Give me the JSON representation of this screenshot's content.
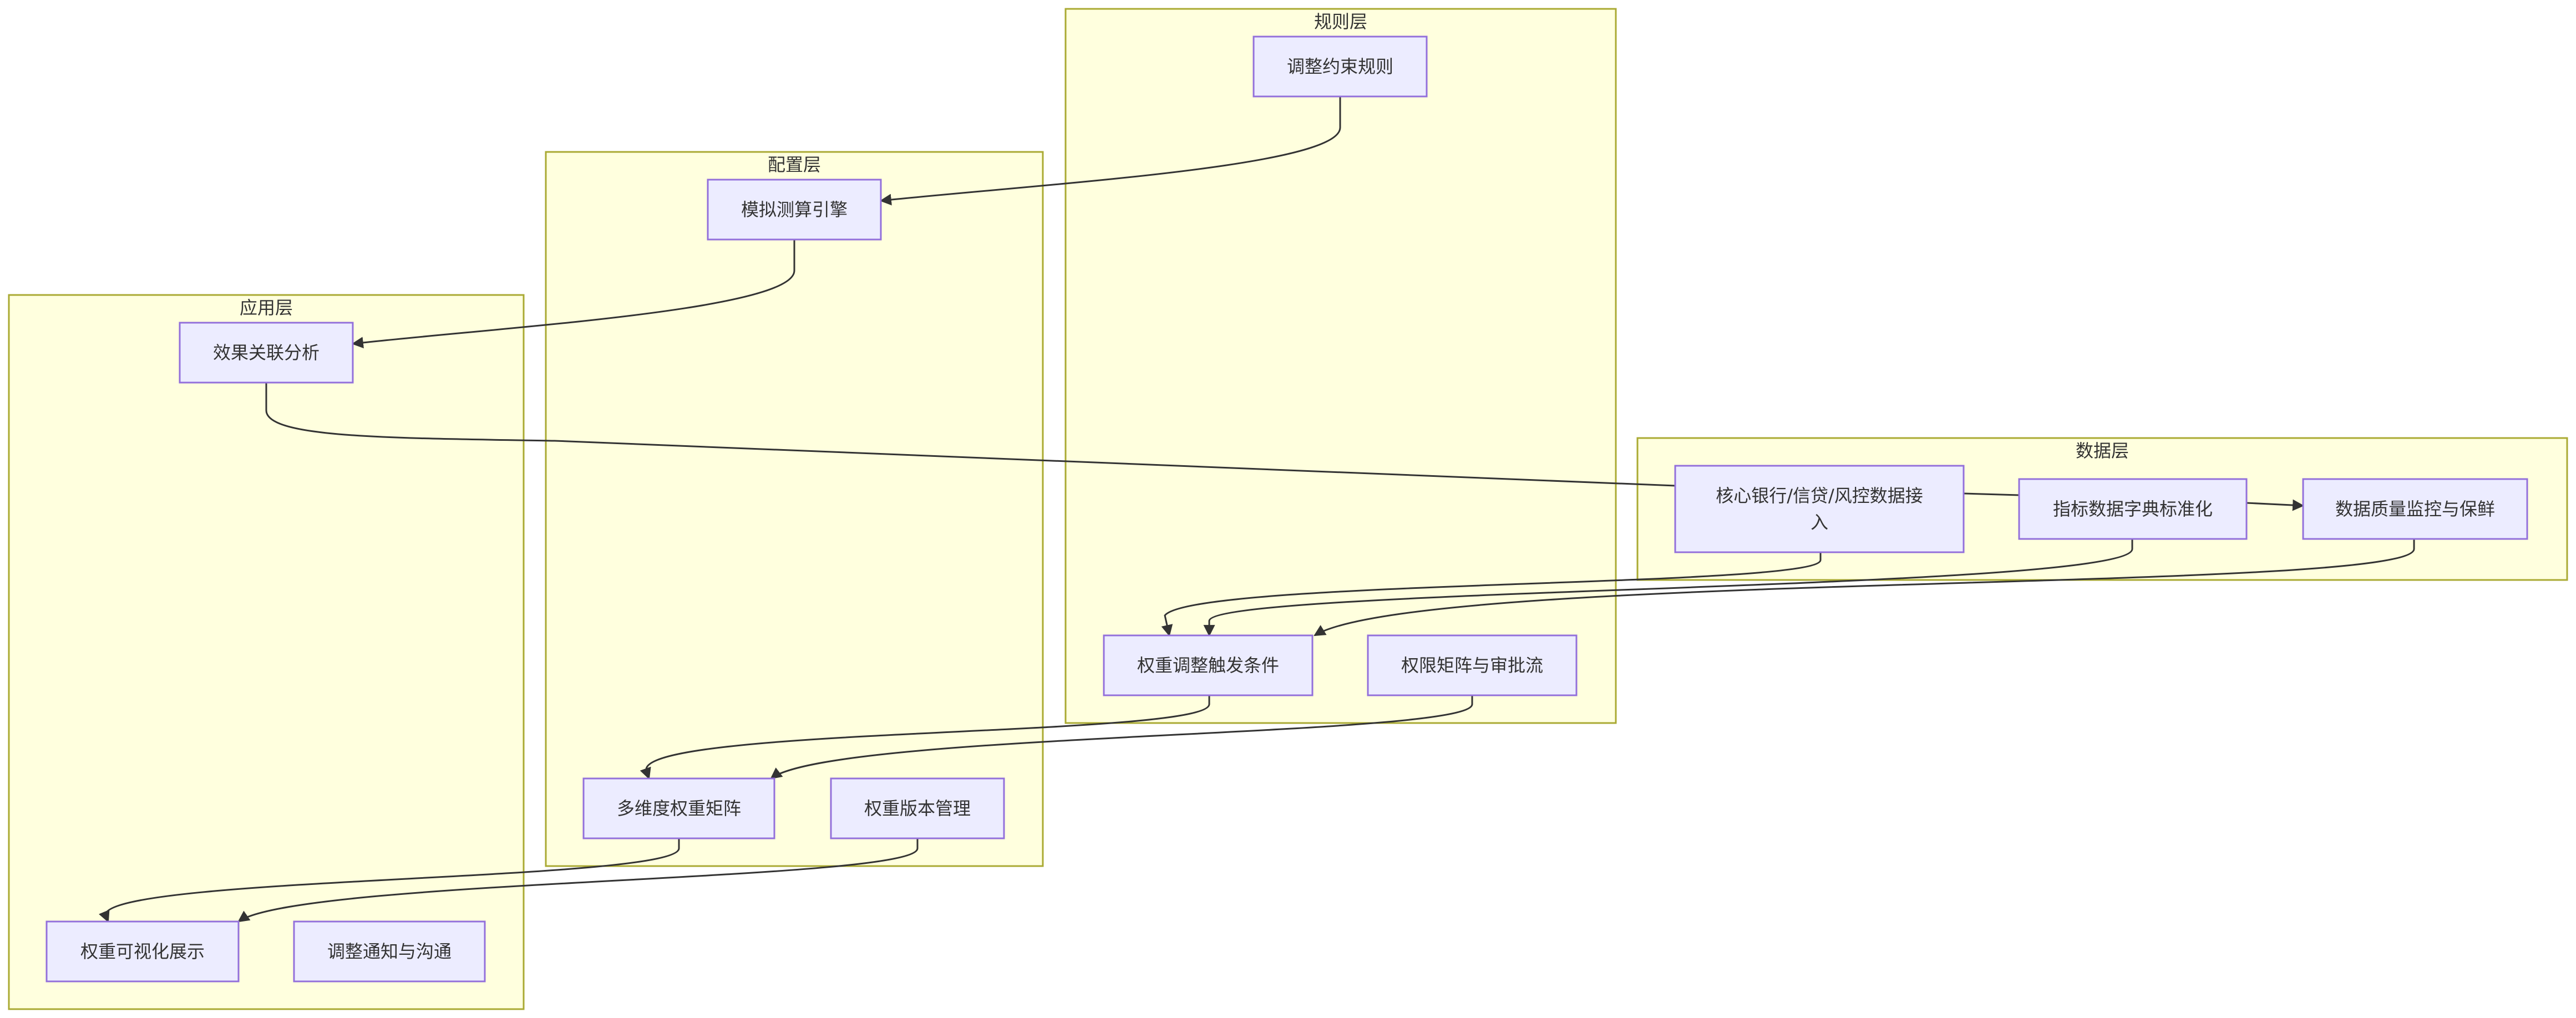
{
  "clusters": {
    "rules": "规则层",
    "config": "配置层",
    "app": "应用层",
    "data": "数据层"
  },
  "nodes": {
    "adjust_rules": "调整约束规则",
    "sim_engine": "模拟测算引擎",
    "effect_analysis": "效果关联分析",
    "core_data_line1": "核心银行/信贷/风控数据接",
    "core_data_line2": "入",
    "indicator_dict": "指标数据字典标准化",
    "quality_monitor": "数据质量监控与保鲜",
    "trigger_cond": "权重调整触发条件",
    "auth_matrix": "权限矩阵与审批流",
    "multi_matrix": "多维度权重矩阵",
    "version_mgmt": "权重版本管理",
    "visual_display": "权重可视化展示",
    "notify": "调整通知与沟通"
  },
  "colors": {
    "cluster_fill": "#ffffde",
    "cluster_stroke": "#aaaa33",
    "node_fill": "#ececff",
    "node_stroke": "#9370db",
    "edge": "#333333"
  }
}
